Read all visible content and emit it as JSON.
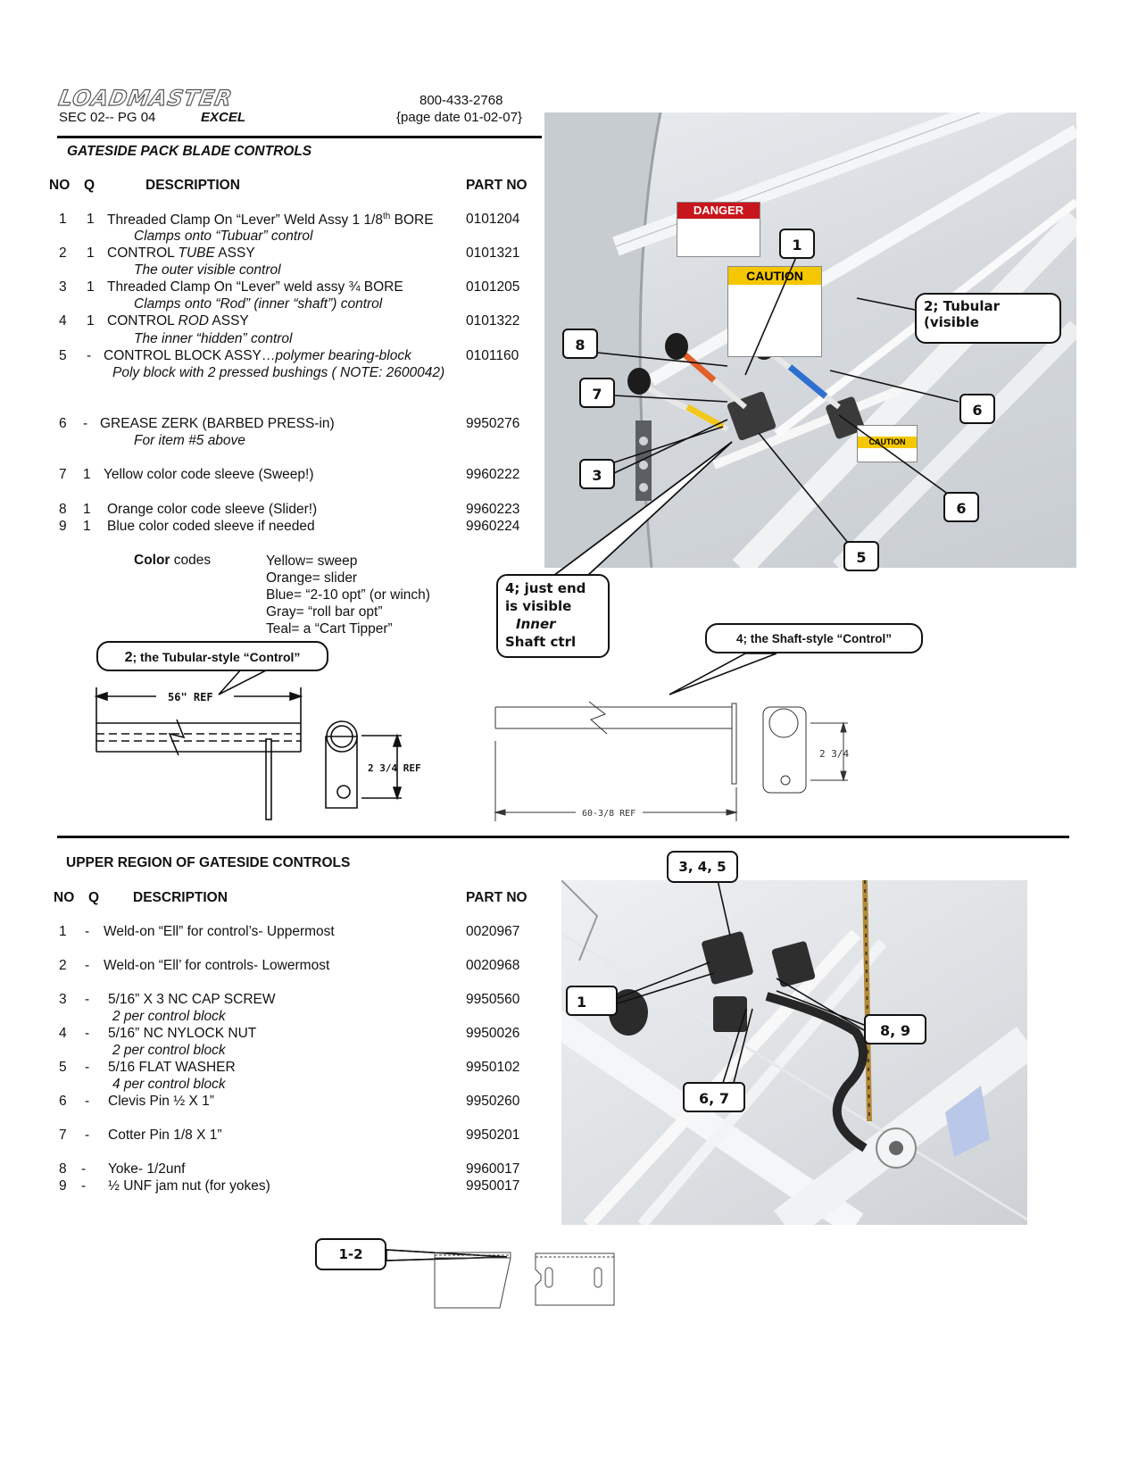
{
  "header": {
    "brand": "LOADMASTER",
    "section_page": "SEC 02-- PG 04",
    "model": "EXCEL",
    "phone": "800-433-2768",
    "page_date": "{page date 01-02-07}"
  },
  "section1": {
    "title": "GATESIDE PACK BLADE CONTROLS",
    "col_no": "NO",
    "col_q": "Q",
    "col_desc": "DESCRIPTION",
    "col_part": "PART NO",
    "items": [
      {
        "no": "1",
        "q": "1",
        "desc": "Threaded Clamp On “Lever” Weld Assy 1 1/8",
        "sup": "th",
        "desc_tail": " BORE",
        "part": "0101204",
        "sub": "Clamps onto “Tubuar” control"
      },
      {
        "no": "2",
        "q": "1",
        "desc_a": "CONTROL ",
        "desc_i": "TUBE",
        "desc_b": " ASSY",
        "part": "0101321",
        "sub": "The outer visible control"
      },
      {
        "no": "3",
        "q": "1",
        "desc": "Threaded Clamp On “Lever” weld assy ¾ BORE",
        "part": "0101205",
        "sub": "Clamps onto “Rod” (inner “shaft”) control"
      },
      {
        "no": "4",
        "q": "1",
        "desc_a": "CONTROL ",
        "desc_i": "ROD",
        "desc_b": " ASSY",
        "part": "0101322",
        "sub": "The inner “hidden” control"
      },
      {
        "no": "5",
        "q": "-",
        "desc_a": "CONTROL BLOCK ASSY…",
        "desc_i": "polymer bearing-block",
        "part": "0101160",
        "sub": "Poly block with 2 pressed bushings ( NOTE: 2600042)"
      },
      {
        "no": "6",
        "q": "-",
        "desc": "GREASE ZERK (BARBED PRESS-in)",
        "part": "9950276",
        "sub": "For item #5 above"
      },
      {
        "no": "7",
        "q": "1",
        "desc": "Yellow color code sleeve (Sweep!)",
        "part": "9960222"
      },
      {
        "no": "8",
        "q": "1",
        "desc": "Orange color code sleeve (Slider!)",
        "part": "9960223"
      },
      {
        "no": "9",
        "q": "1",
        "desc": "Blue color coded sleeve if needed",
        "part": "9960224"
      }
    ],
    "color_label_bold": "Color",
    "color_label_rest": " codes",
    "color_codes": [
      "Yellow= sweep",
      "Orange= slider",
      "Blue= “2-10 opt” (or winch)",
      "Gray= “roll bar opt”",
      "Teal= a “Cart Tipper”"
    ]
  },
  "callouts1": {
    "c1": "1",
    "c2": "2; Tubular (visible",
    "c3": "3",
    "c4a": "4; just end",
    "c4b": "is visible",
    "c4c": "Inner",
    "c4d": "Shaft ctrl",
    "c5": "5",
    "c6a": "6",
    "c6b": "6",
    "c7": "7",
    "c8": "8",
    "tubular_num": "2",
    "tubular_rest": "; the Tubular-style “Control”",
    "shaft": "4; the Shaft-style “Control”"
  },
  "photo1_labels": {
    "danger": "DANGER",
    "caution1": "CAUTION",
    "caution2": "CAUTION"
  },
  "drawings": {
    "tube_length": "56\" REF",
    "tube_height": "2 3/4 REF",
    "shaft_length": "60-3/8 REF",
    "shaft_height": "2 3/4"
  },
  "section2": {
    "title": "UPPER REGION OF GATESIDE CONTROLS",
    "col_no": "NO",
    "col_q": "Q",
    "col_desc": "DESCRIPTION",
    "col_part": "PART NO",
    "items": [
      {
        "no": "1",
        "q": "-",
        "desc": "Weld-on “Ell” for control’s- Uppermost",
        "part": "0020967"
      },
      {
        "no": "2",
        "q": "-",
        "desc": "Weld-on “Ell’ for controls- Lowermost",
        "part": "0020968"
      },
      {
        "no": "3",
        "q": "-",
        "desc": "5/16” X 3 NC CAP SCREW",
        "part": "9950560",
        "sub": "2 per control block"
      },
      {
        "no": "4",
        "q": "-",
        "desc": "5/16” NC NYLOCK NUT",
        "part": "9950026",
        "sub": "2 per control block"
      },
      {
        "no": "5",
        "q": "-",
        "desc": "5/16 FLAT WASHER",
        "part": "9950102",
        "sub": "4 per control block"
      },
      {
        "no": "6",
        "q": "-",
        "desc": "Clevis Pin ½ X 1”",
        "part": "9950260"
      },
      {
        "no": "7",
        "q": "-",
        "desc": "Cotter Pin 1/8 X 1”",
        "part": "9950201"
      },
      {
        "no": "8",
        "q": "-",
        "desc": "Yoke- 1/2unf",
        "part": "9960017"
      },
      {
        "no": "9",
        "q": "-",
        "desc": "½ UNF jam nut (for yokes)",
        "part": "9950017"
      }
    ]
  },
  "callouts2": {
    "c345": "3, 4, 5",
    "c1": "1",
    "c89": "8, 9",
    "c67": "6, 7",
    "c12": "1-2"
  }
}
